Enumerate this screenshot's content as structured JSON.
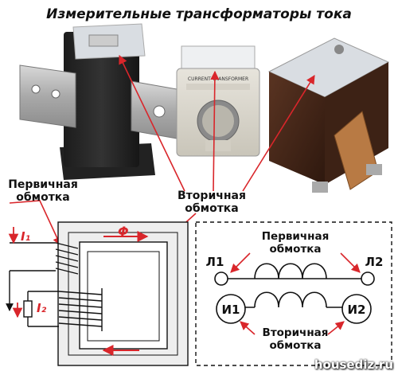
{
  "title": "Измерительные трансформаторы тока",
  "labels": {
    "primary_winding_left": [
      "Первичная",
      "обмотка"
    ],
    "secondary_winding_center": [
      "Вторичная",
      "обмотка"
    ],
    "primary_winding_right": [
      "Первичная",
      "обмотка"
    ],
    "secondary_winding_right": [
      "Вторичная",
      "обмотка"
    ]
  },
  "photo_middle_label": "CURRENT TRANSFORMER",
  "symbols": {
    "current_1": "I₁",
    "current_2": "I₂",
    "flux": "Φ",
    "terminal_l1": "Л1",
    "terminal_l2": "Л2",
    "terminal_i1": "И1",
    "terminal_i2": "И2"
  },
  "watermark": "housediz.ru",
  "colors": {
    "arrow_red": "#d9262b",
    "core_fill": "#eeeeee",
    "box_dash": "#111111"
  }
}
